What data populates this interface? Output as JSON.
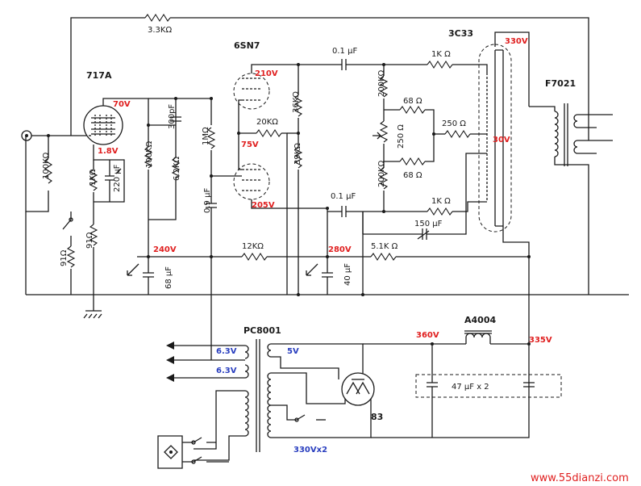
{
  "colors": {
    "voltage": "#e02020",
    "heater_voltage": "#2a3fbf",
    "wire": "#1a1a1a",
    "watermark": "#e02020"
  },
  "tubes": {
    "input": "717A",
    "driver": "6SN7",
    "output": "3C33",
    "rectifier": "83"
  },
  "transformers": {
    "output": "F7021",
    "power": "PC8001",
    "choke": "A4004"
  },
  "voltages": {
    "v717a_plate": "70V",
    "v717a_cathode": "1.8V",
    "node_240": "240V",
    "sn7_plate_top": "210V",
    "sn7_cathode_top": "75V",
    "sn7_plate_bottom": "205V",
    "node_280": "280V",
    "c33_plate": "330V",
    "c33_cathode": "30V",
    "rect_out": "360V",
    "choke_out": "335V"
  },
  "heater_voltages": {
    "h1": "6.3V",
    "h2": "6.3V",
    "h3": "5V",
    "hv": "330Vx2"
  },
  "components": {
    "r_feedback": "3.3KΩ",
    "r_input": "100KΩ",
    "r_717_cathode": "1KΩ",
    "c_717_cathode": "220 μF",
    "r_91a": "91Ω",
    "r_91b": "91Ω",
    "r_717_plate": "100KΩ",
    "c_300p": "300pF",
    "r_6k2": "6.2KΩ",
    "r_1m": "1MΩ",
    "c_0_9u": "0.9 μF",
    "c_68u": "68 μF",
    "r_12k": "12KΩ",
    "r_20k": "20KΩ",
    "r_36k": "36KΩ",
    "r_39k": "39KΩ",
    "c_40u": "40 μF",
    "c_0_1u_top": "0.1 μF",
    "c_0_1u_bottom": "0.1 μF",
    "r_200k_top": "200KΩ",
    "r_200k_bottom": "200KΩ",
    "r_68_top": "68 Ω",
    "r_68_bottom": "68 Ω",
    "pot_250": "250 Ω",
    "r_250": "250 Ω",
    "r_1k_top": "1K Ω",
    "r_1k_bottom": "1K Ω",
    "c_150u": "150 μF",
    "r_5_1k": "5.1K Ω",
    "c_47u": "47 μF  x 2"
  },
  "watermark": "www.55dianzi.com"
}
